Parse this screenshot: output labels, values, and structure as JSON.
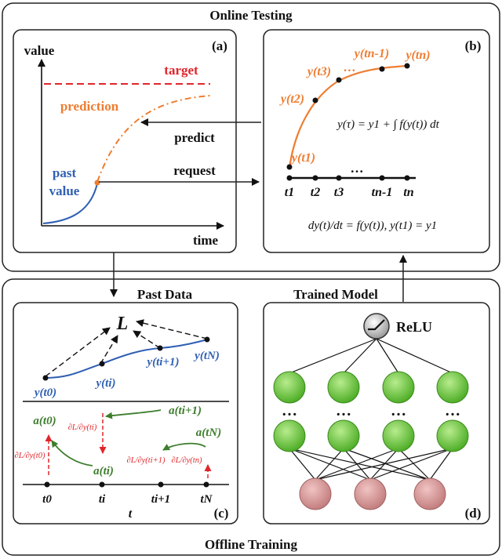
{
  "sections": {
    "online_title": "Online Testing",
    "offline_title": "Offline Training"
  },
  "panel_a": {
    "label": "(a)",
    "y_axis": "value",
    "x_axis": "time",
    "target": "target",
    "prediction": "prediction",
    "past_value_1": "past",
    "past_value_2": "value",
    "predict": "predict",
    "request": "request"
  },
  "panel_b": {
    "label": "(b)",
    "points": [
      "y(t1)",
      "y(t2)",
      "y(t3)",
      "y(tn-1)",
      "y(tn)"
    ],
    "ticks": [
      "t1",
      "t2",
      "t3",
      "tn-1",
      "tn"
    ],
    "ellipsis": "…",
    "integral_eq": "y(τ) = y1 + ∫ f(y(t)) dt",
    "ode_eq": "dy(t)/dt = f(y(t)), y(t1) = y1"
  },
  "panel_c": {
    "label": "(c)",
    "title": "Past Data",
    "loss": "L",
    "x_var": "t",
    "points": [
      "y(t0)",
      "y(ti)",
      "y(ti+1)",
      "y(tN)"
    ],
    "ticks": [
      "t0",
      "ti",
      "ti+1",
      "tN"
    ],
    "adjoints": [
      "a(t0)",
      "a(ti)",
      "a(ti+1)",
      "a(tN)"
    ],
    "grad_terms": [
      "∂L/∂y(t0)",
      "∂L/∂y(ti)",
      "∂L/∂y(ti+1)",
      "∂L/∂y(tn)"
    ]
  },
  "panel_d": {
    "label": "(d)",
    "title": "Trained Model",
    "activation": "ReLU",
    "ellipsis": "…"
  },
  "colors": {
    "orange": "#ee7d31",
    "blue": "#2f5fb3",
    "red": "#e0262b",
    "green": "#3d7d2c",
    "node_green": "#6cc43f",
    "node_red": "#d88a8a"
  }
}
